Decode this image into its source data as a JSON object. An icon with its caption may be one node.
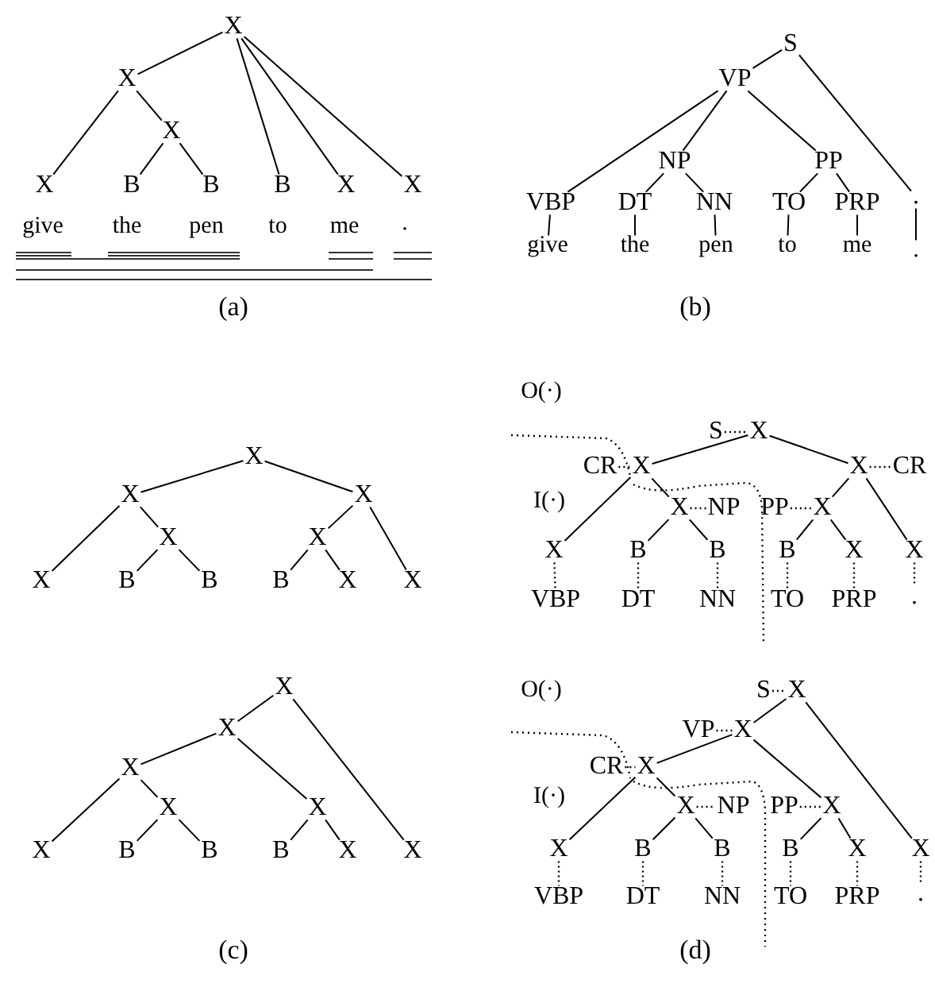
{
  "diagram": {
    "nodes": [
      {
        "text": [
          "X"
        ]
      },
      {
        "text": [
          "X"
        ]
      },
      {
        "text": [
          "X"
        ]
      },
      {
        "text": [
          "X"
        ]
      },
      {
        "text": [
          "B"
        ]
      },
      {
        "text": [
          "B"
        ]
      },
      {
        "text": [
          "B"
        ]
      },
      {
        "text": [
          "X"
        ]
      },
      {
        "text": [
          "X"
        ]
      },
      {
        "text": [
          "S"
        ]
      },
      {
        "text": [
          "VP"
        ]
      },
      {
        "text": [
          "NP"
        ]
      },
      {
        "text": [
          "PP"
        ]
      },
      {
        "text": [
          "VBP"
        ]
      },
      {
        "text": [
          "DT"
        ]
      },
      {
        "text": [
          "NN"
        ]
      },
      {
        "text": [
          "TO"
        ]
      },
      {
        "text": [
          "PRP"
        ]
      },
      {
        "text": [
          "."
        ]
      },
      {
        "text": [
          "give"
        ]
      },
      {
        "text": [
          "the"
        ]
      },
      {
        "text": [
          "pen"
        ]
      },
      {
        "text": [
          "to"
        ]
      },
      {
        "text": [
          "me"
        ]
      },
      {
        "text": [
          "."
        ]
      },
      {
        "text": [
          "X"
        ]
      },
      {
        "text": [
          "X"
        ]
      },
      {
        "text": [
          "X"
        ]
      },
      {
        "text": [
          "X"
        ]
      },
      {
        "text": [
          "X"
        ]
      },
      {
        "text": [
          "X"
        ]
      },
      {
        "text": [
          "B"
        ]
      },
      {
        "text": [
          "B"
        ]
      },
      {
        "text": [
          "B"
        ]
      },
      {
        "text": [
          "X"
        ]
      },
      {
        "text": [
          "X"
        ]
      },
      {
        "text": [
          "X"
        ]
      },
      {
        "text": [
          "X"
        ]
      },
      {
        "text": [
          "X"
        ]
      },
      {
        "text": [
          "X"
        ]
      },
      {
        "text": [
          "X"
        ]
      },
      {
        "text": [
          "X"
        ]
      },
      {
        "text": [
          "B"
        ]
      },
      {
        "text": [
          "B"
        ]
      },
      {
        "text": [
          "B"
        ]
      },
      {
        "text": [
          "X"
        ]
      },
      {
        "text": [
          "X"
        ]
      },
      {
        "text": [
          "S"
        ]
      },
      {
        "text": [
          "X"
        ]
      },
      {
        "text": [
          "CR"
        ]
      },
      {
        "text": [
          "X"
        ]
      },
      {
        "text": [
          "X"
        ]
      },
      {
        "text": [
          "CR"
        ]
      },
      {
        "text": [
          "X"
        ]
      },
      {
        "text": [
          "NP"
        ]
      },
      {
        "text": [
          "PP"
        ]
      },
      {
        "text": [
          "X"
        ]
      },
      {
        "text": [
          "X"
        ]
      },
      {
        "text": [
          "B"
        ]
      },
      {
        "text": [
          "B"
        ]
      },
      {
        "text": [
          "B"
        ]
      },
      {
        "text": [
          "X"
        ]
      },
      {
        "text": [
          "X"
        ]
      },
      {
        "text": [
          "VBP"
        ]
      },
      {
        "text": [
          "DT"
        ]
      },
      {
        "text": [
          "NN"
        ]
      },
      {
        "text": [
          "TO"
        ]
      },
      {
        "text": [
          "PRP"
        ]
      },
      {
        "text": [
          "."
        ]
      },
      {
        "text": [
          "S"
        ]
      },
      {
        "text": [
          "X"
        ]
      },
      {
        "text": [
          "VP"
        ]
      },
      {
        "text": [
          "X"
        ]
      },
      {
        "text": [
          "CR"
        ]
      },
      {
        "text": [
          "X"
        ]
      },
      {
        "text": [
          "X"
        ]
      },
      {
        "text": [
          "NP"
        ]
      },
      {
        "text": [
          "PP"
        ]
      },
      {
        "text": [
          "X"
        ]
      },
      {
        "text": [
          "X"
        ]
      },
      {
        "text": [
          "B"
        ]
      },
      {
        "text": [
          "B"
        ]
      },
      {
        "text": [
          "B"
        ]
      },
      {
        "text": [
          "X"
        ]
      },
      {
        "text": [
          "X"
        ]
      },
      {
        "text": [
          "VBP"
        ]
      },
      {
        "text": [
          "DT"
        ]
      },
      {
        "text": [
          "NN"
        ]
      },
      {
        "text": [
          "TO"
        ]
      },
      {
        "text": [
          "PRP"
        ]
      },
      {
        "text": [
          "."
        ]
      }
    ],
    "edges": [
      {
        "from": 0,
        "to": 1,
        "arrow": "none"
      },
      {
        "from": 0,
        "to": 6,
        "arrow": "none"
      },
      {
        "from": 0,
        "to": 7,
        "arrow": "none"
      },
      {
        "from": 0,
        "to": 8,
        "arrow": "none"
      },
      {
        "from": 1,
        "to": 3,
        "arrow": "none"
      },
      {
        "from": 1,
        "to": 2,
        "arrow": "none"
      },
      {
        "from": 2,
        "to": 4,
        "arrow": "none"
      },
      {
        "from": 2,
        "to": 5,
        "arrow": "none"
      },
      {
        "from": 9,
        "to": 10,
        "arrow": "none"
      },
      {
        "from": 9,
        "to": 18,
        "arrow": "none"
      },
      {
        "from": 10,
        "to": 13,
        "arrow": "none"
      },
      {
        "from": 10,
        "to": 11,
        "arrow": "none"
      },
      {
        "from": 10,
        "to": 12,
        "arrow": "none"
      },
      {
        "from": 11,
        "to": 14,
        "arrow": "none"
      },
      {
        "from": 11,
        "to": 15,
        "arrow": "none"
      },
      {
        "from": 12,
        "to": 16,
        "arrow": "none"
      },
      {
        "from": 12,
        "to": 17,
        "arrow": "none"
      },
      {
        "from": 13,
        "to": 19,
        "arrow": "none"
      },
      {
        "from": 14,
        "to": 20,
        "arrow": "none"
      },
      {
        "from": 15,
        "to": 21,
        "arrow": "none"
      },
      {
        "from": 16,
        "to": 22,
        "arrow": "none"
      },
      {
        "from": 17,
        "to": 23,
        "arrow": "none"
      },
      {
        "from": 18,
        "to": 24,
        "arrow": "none"
      },
      {
        "from": 25,
        "to": 26,
        "arrow": "none"
      },
      {
        "from": 25,
        "to": 27,
        "arrow": "none"
      },
      {
        "from": 26,
        "to": 30,
        "arrow": "none"
      },
      {
        "from": 26,
        "to": 28,
        "arrow": "none"
      },
      {
        "from": 28,
        "to": 31,
        "arrow": "none"
      },
      {
        "from": 28,
        "to": 32,
        "arrow": "none"
      },
      {
        "from": 27,
        "to": 29,
        "arrow": "none"
      },
      {
        "from": 27,
        "to": 35,
        "arrow": "none"
      },
      {
        "from": 29,
        "to": 33,
        "arrow": "none"
      },
      {
        "from": 29,
        "to": 34,
        "arrow": "none"
      },
      {
        "from": 36,
        "to": 37,
        "arrow": "none"
      },
      {
        "from": 36,
        "to": 46,
        "arrow": "none"
      },
      {
        "from": 37,
        "to": 38,
        "arrow": "none"
      },
      {
        "from": 37,
        "to": 40,
        "arrow": "none"
      },
      {
        "from": 38,
        "to": 41,
        "arrow": "none"
      },
      {
        "from": 38,
        "to": 39,
        "arrow": "none"
      },
      {
        "from": 39,
        "to": 42,
        "arrow": "none"
      },
      {
        "from": 39,
        "to": 43,
        "arrow": "none"
      },
      {
        "from": 40,
        "to": 44,
        "arrow": "none"
      },
      {
        "from": 40,
        "to": 45,
        "arrow": "none"
      },
      {
        "from": 48,
        "to": 50,
        "arrow": "none"
      },
      {
        "from": 48,
        "to": 51,
        "arrow": "none"
      },
      {
        "from": 50,
        "to": 57,
        "arrow": "none"
      },
      {
        "from": 50,
        "to": 53,
        "arrow": "none"
      },
      {
        "from": 53,
        "to": 58,
        "arrow": "none"
      },
      {
        "from": 53,
        "to": 59,
        "arrow": "none"
      },
      {
        "from": 51,
        "to": 56,
        "arrow": "none"
      },
      {
        "from": 51,
        "to": 62,
        "arrow": "none"
      },
      {
        "from": 56,
        "to": 60,
        "arrow": "none"
      },
      {
        "from": 56,
        "to": 61,
        "arrow": "none"
      },
      {
        "from": 47,
        "to": 48,
        "arrow": "none",
        "style": "dashed"
      },
      {
        "from": 49,
        "to": 50,
        "arrow": "none",
        "style": "dashed"
      },
      {
        "from": 51,
        "to": 52,
        "arrow": "none",
        "style": "dashed"
      },
      {
        "from": 53,
        "to": 54,
        "arrow": "none",
        "style": "dashed"
      },
      {
        "from": 55,
        "to": 56,
        "arrow": "none",
        "style": "dashed"
      },
      {
        "from": 57,
        "to": 63,
        "arrow": "none",
        "style": "dashed"
      },
      {
        "from": 58,
        "to": 64,
        "arrow": "none",
        "style": "dashed"
      },
      {
        "from": 59,
        "to": 65,
        "arrow": "none",
        "style": "dashed"
      },
      {
        "from": 60,
        "to": 66,
        "arrow": "none",
        "style": "dashed"
      },
      {
        "from": 61,
        "to": 67,
        "arrow": "none",
        "style": "dashed"
      },
      {
        "from": 62,
        "to": 68,
        "arrow": "none",
        "style": "dashed"
      },
      {
        "from": 70,
        "to": 72,
        "arrow": "none"
      },
      {
        "from": 70,
        "to": 84,
        "arrow": "none"
      },
      {
        "from": 72,
        "to": 74,
        "arrow": "none"
      },
      {
        "from": 72,
        "to": 78,
        "arrow": "none"
      },
      {
        "from": 74,
        "to": 79,
        "arrow": "none"
      },
      {
        "from": 74,
        "to": 75,
        "arrow": "none"
      },
      {
        "from": 75,
        "to": 80,
        "arrow": "none"
      },
      {
        "from": 75,
        "to": 81,
        "arrow": "none"
      },
      {
        "from": 78,
        "to": 82,
        "arrow": "none"
      },
      {
        "from": 78,
        "to": 83,
        "arrow": "none"
      },
      {
        "from": 69,
        "to": 70,
        "arrow": "none",
        "style": "dashed"
      },
      {
        "from": 71,
        "to": 72,
        "arrow": "none",
        "style": "dashed"
      },
      {
        "from": 73,
        "to": 74,
        "arrow": "none",
        "style": "dashed"
      },
      {
        "from": 75,
        "to": 76,
        "arrow": "none",
        "style": "dashed"
      },
      {
        "from": 77,
        "to": 78,
        "arrow": "none",
        "style": "dashed"
      },
      {
        "from": 79,
        "to": 85,
        "arrow": "none",
        "style": "dashed"
      },
      {
        "from": 80,
        "to": 86,
        "arrow": "none",
        "style": "dashed"
      },
      {
        "from": 81,
        "to": 87,
        "arrow": "none",
        "style": "dashed"
      },
      {
        "from": 82,
        "to": 88,
        "arrow": "none",
        "style": "dashed"
      },
      {
        "from": 83,
        "to": 89,
        "arrow": "none",
        "style": "dashed"
      },
      {
        "from": 84,
        "to": 90,
        "arrow": "none",
        "style": "dashed"
      }
    ],
    "labels": [
      "give",
      "the",
      "pen",
      "to",
      "me",
      ".",
      "(a)",
      "(b)",
      "O(·)",
      "I(·)",
      "O(·)",
      "I(·)",
      "(c)",
      "(d)"
    ]
  }
}
